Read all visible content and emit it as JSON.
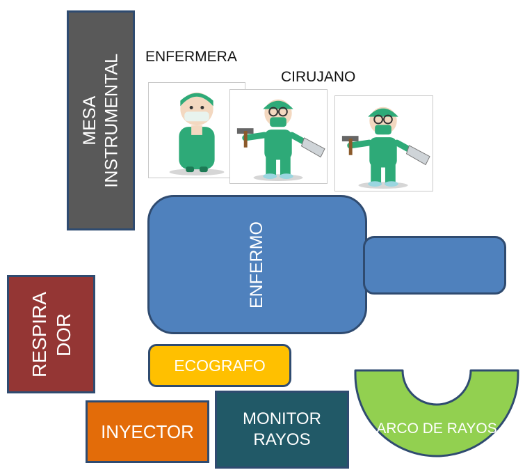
{
  "labels": {
    "mesa": "MESA\nINSTRUMENTAL",
    "enfermera": "ENFERMERA",
    "cirujano": "CIRUJANO",
    "enfermo": "ENFERMO",
    "respirador": "RESPIRA\nDOR",
    "ecografo": "ECOGRAFO",
    "inyector": "INYECTOR",
    "monitor": "MONITOR\nRAYOS",
    "arco": "ARCO DE RAYOS"
  },
  "colors": {
    "mesa": "#595959",
    "enfermo": "#4f81bd",
    "respirador": "#943634",
    "ecografo": "#ffc000",
    "inyector": "#e36c09",
    "monitor": "#215967",
    "arco": "#92d050",
    "border": "#2f4b70",
    "scrubs": "#2eaa78"
  },
  "icons": [
    "nurse-figure",
    "surgeon-figure",
    "surgeon-figure"
  ]
}
